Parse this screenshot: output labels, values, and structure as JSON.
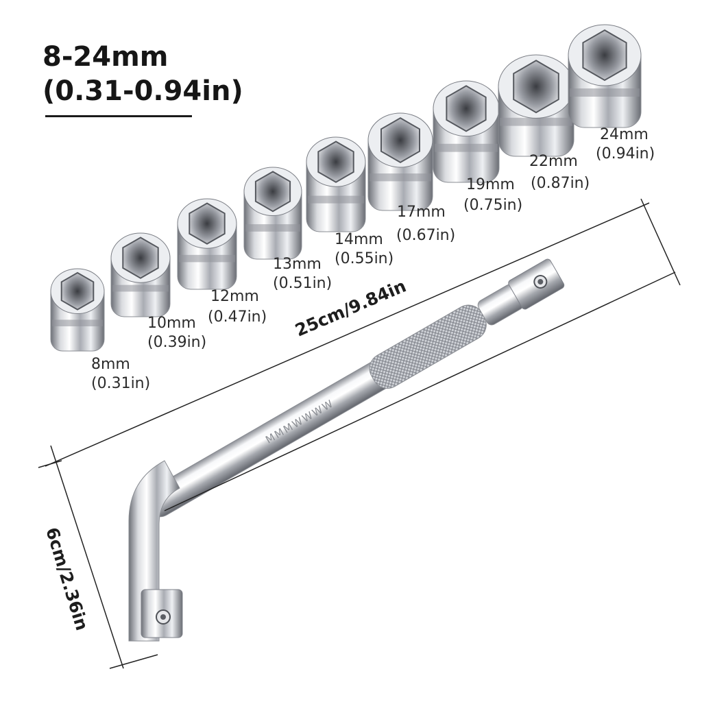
{
  "headline": {
    "range_mm": "8-24mm",
    "range_in": "(0.31-0.94in)"
  },
  "sockets": [
    {
      "mm": "8mm",
      "inch": "(0.31in)"
    },
    {
      "mm": "10mm",
      "inch": "(0.39in)"
    },
    {
      "mm": "12mm",
      "inch": "(0.47in)"
    },
    {
      "mm": "13mm",
      "inch": "(0.51in)"
    },
    {
      "mm": "14mm",
      "inch": "(0.55in)"
    },
    {
      "mm": "17mm",
      "inch": "(0.67in)"
    },
    {
      "mm": "19mm",
      "inch": "(0.75in)"
    },
    {
      "mm": "22mm",
      "inch": "(0.87in)"
    },
    {
      "mm": "24mm",
      "inch": "(0.94in)"
    }
  ],
  "wrench": {
    "shaft_marking": "MMMWWWW"
  },
  "dimensions": {
    "length": "25cm/9.84in",
    "height": "6cm/2.36in"
  },
  "colors": {
    "background": "#ffffff",
    "chrome_light": "#f4f4f6",
    "chrome_mid": "#b9bcc2",
    "chrome_dark": "#5e6168",
    "dimension_line": "#222222"
  }
}
